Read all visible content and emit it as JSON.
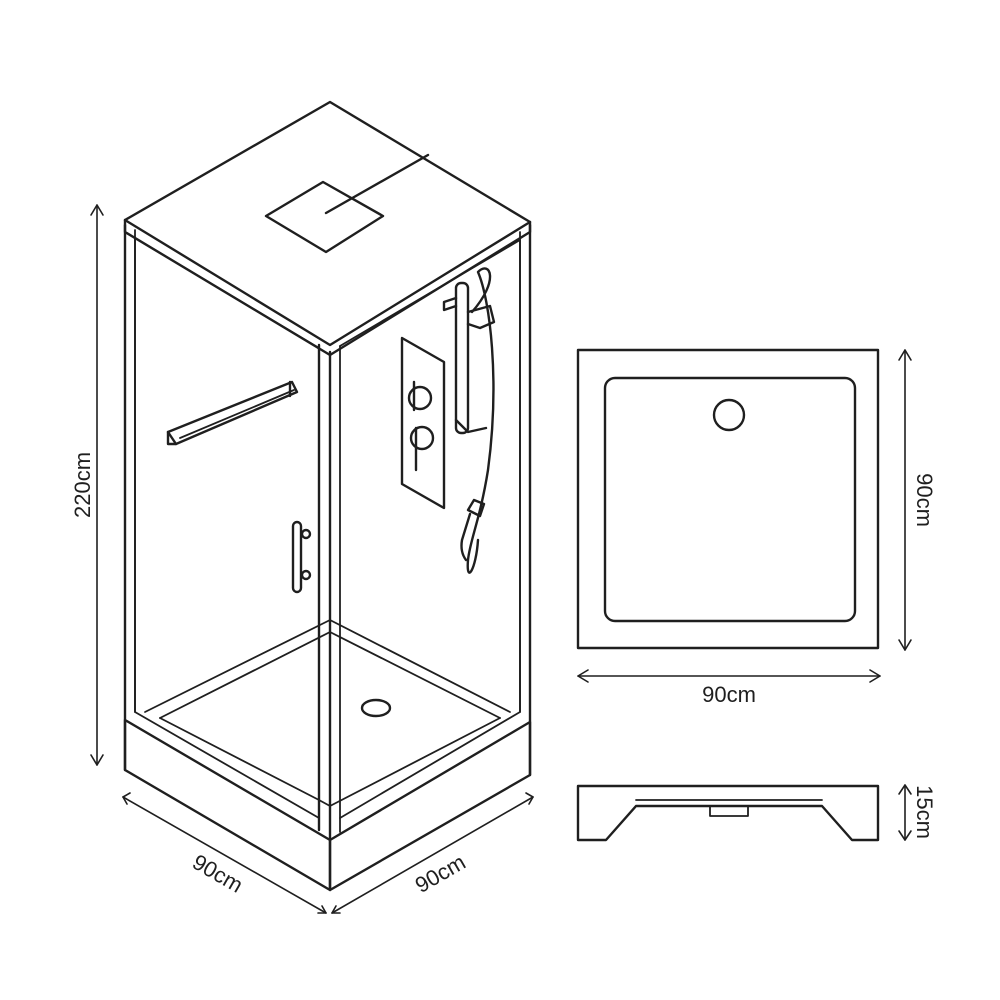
{
  "cabin": {
    "height_label": "220cm",
    "width_left_label": "90cm",
    "width_right_label": "90cm"
  },
  "tray_top": {
    "width_label": "90cm",
    "depth_label": "90cm"
  },
  "tray_side": {
    "height_label": "15cm"
  }
}
